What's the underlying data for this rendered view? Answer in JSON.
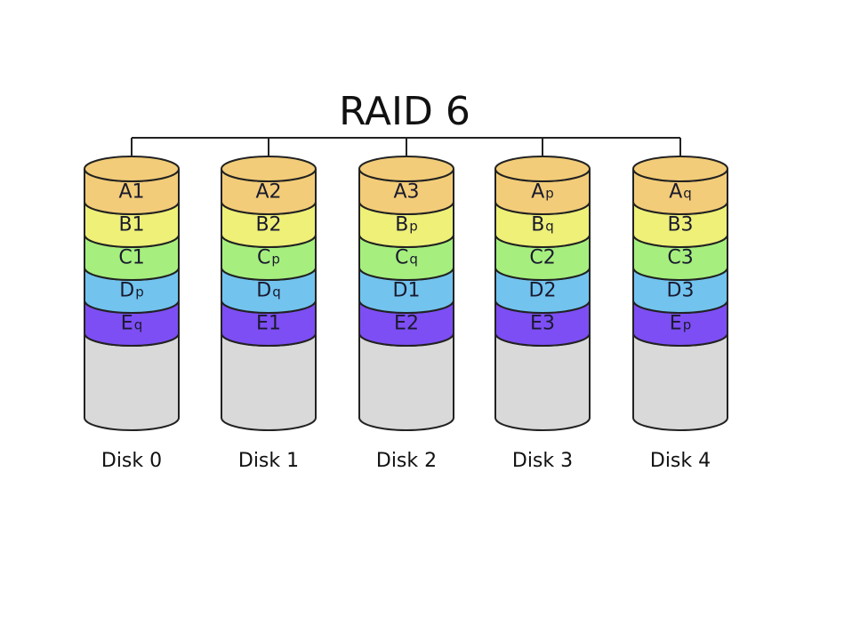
{
  "title": "RAID 6",
  "colors": {
    "row_A": "#f2cc78",
    "row_B": "#eef078",
    "row_C": "#a6ef7e",
    "row_D": "#72c4ef",
    "row_E": "#7d4ef3",
    "empty": "#d9d9d9",
    "outline": "#222222"
  },
  "disks": [
    {
      "label": "Disk 0",
      "blocks": [
        {
          "main": "A",
          "sub": "1"
        },
        {
          "main": "B",
          "sub": "1"
        },
        {
          "main": "C",
          "sub": "1"
        },
        {
          "main": "D",
          "sub": "p"
        },
        {
          "main": "E",
          "sub": "q"
        }
      ]
    },
    {
      "label": "Disk 1",
      "blocks": [
        {
          "main": "A",
          "sub": "2"
        },
        {
          "main": "B",
          "sub": "2"
        },
        {
          "main": "C",
          "sub": "p"
        },
        {
          "main": "D",
          "sub": "q"
        },
        {
          "main": "E",
          "sub": "1"
        }
      ]
    },
    {
      "label": "Disk 2",
      "blocks": [
        {
          "main": "A",
          "sub": "3"
        },
        {
          "main": "B",
          "sub": "p"
        },
        {
          "main": "C",
          "sub": "q"
        },
        {
          "main": "D",
          "sub": "1"
        },
        {
          "main": "E",
          "sub": "2"
        }
      ]
    },
    {
      "label": "Disk 3",
      "blocks": [
        {
          "main": "A",
          "sub": "p"
        },
        {
          "main": "B",
          "sub": "q"
        },
        {
          "main": "C",
          "sub": "2"
        },
        {
          "main": "D",
          "sub": "2"
        },
        {
          "main": "E",
          "sub": "3"
        }
      ]
    },
    {
      "label": "Disk 4",
      "blocks": [
        {
          "main": "A",
          "sub": "q"
        },
        {
          "main": "B",
          "sub": "3"
        },
        {
          "main": "C",
          "sub": "3"
        },
        {
          "main": "D",
          "sub": "3"
        },
        {
          "main": "E",
          "sub": "p"
        }
      ]
    }
  ]
}
